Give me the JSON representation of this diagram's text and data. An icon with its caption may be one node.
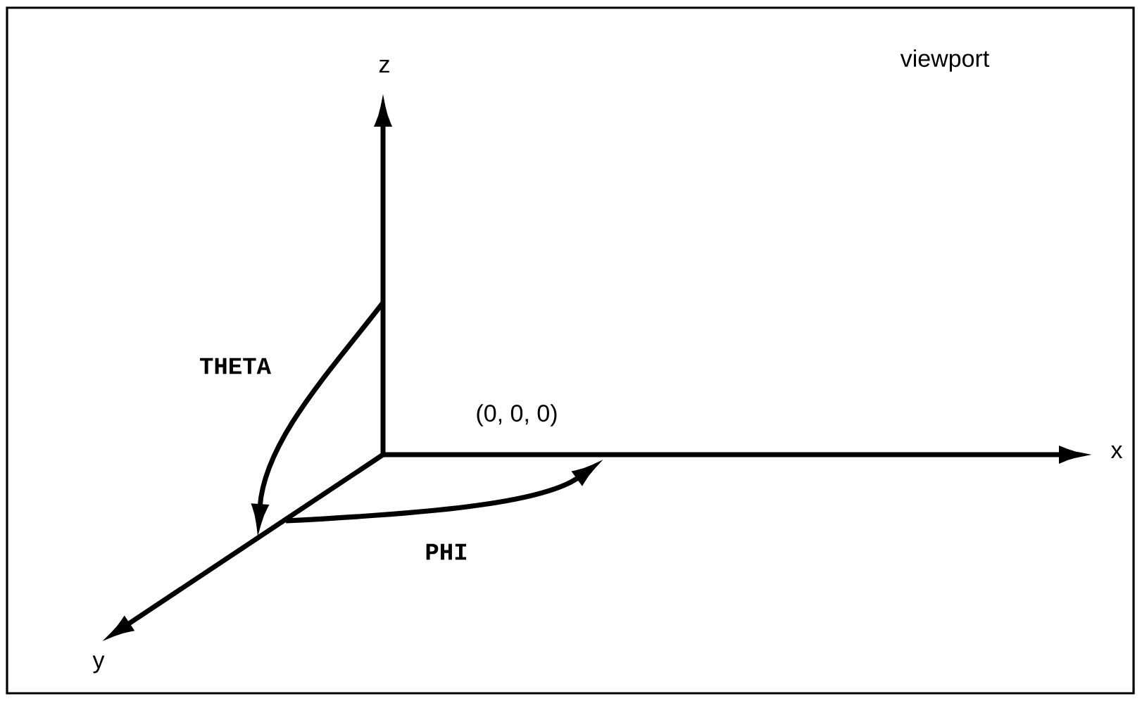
{
  "diagram": {
    "nodes": [
      {
        "text": [
          "viewport"
        ]
      }
    ],
    "labels": [
      "z",
      "THETA",
      "(0, 0, 0)",
      "x",
      "PHI",
      "y"
    ]
  }
}
